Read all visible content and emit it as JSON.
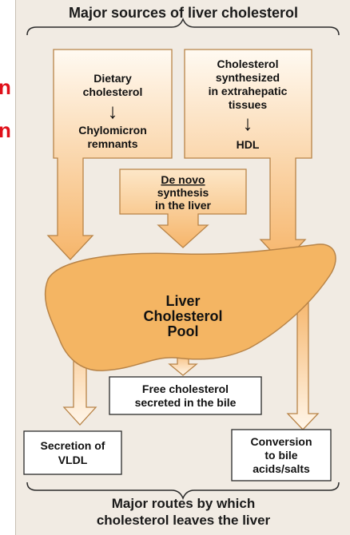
{
  "edge_text": [
    "n",
    "n"
  ],
  "title": "Major sources of liver cholesterol",
  "source_left": {
    "line1": "Dietary",
    "line2": "cholesterol",
    "arrow": "↓",
    "line3": "Chylomicron",
    "line4": "remnants"
  },
  "source_right": {
    "line1": "Cholesterol",
    "line2": "synthesized",
    "line3": "in extrahepatic",
    "line4": "tissues",
    "arrow": "↓",
    "line5": "HDL"
  },
  "source_center": {
    "line1": "De novo",
    "line2": "synthesis",
    "line3": "in the liver"
  },
  "pool": {
    "line1": "Liver",
    "line2": "Cholesterol",
    "line3": "Pool"
  },
  "route_bile": {
    "line1": "Free cholesterol",
    "line2": "secreted in the bile"
  },
  "route_vldl": {
    "line1": "Secretion of",
    "line2": "VLDL"
  },
  "route_acids": {
    "line1": "Conversion",
    "line2": "to bile",
    "line3": "acids/salts"
  },
  "footer": {
    "line1": "Major routes by which",
    "line2": "cholesterol leaves the liver"
  },
  "colors": {
    "liver": "#f4b563",
    "arrow_fill_top": "#fffaf2",
    "arrow_fill_bottom": "#f6b56a",
    "outline": "#b88448",
    "panel": "#f1ebe3",
    "edge_text": "#e0101a"
  }
}
